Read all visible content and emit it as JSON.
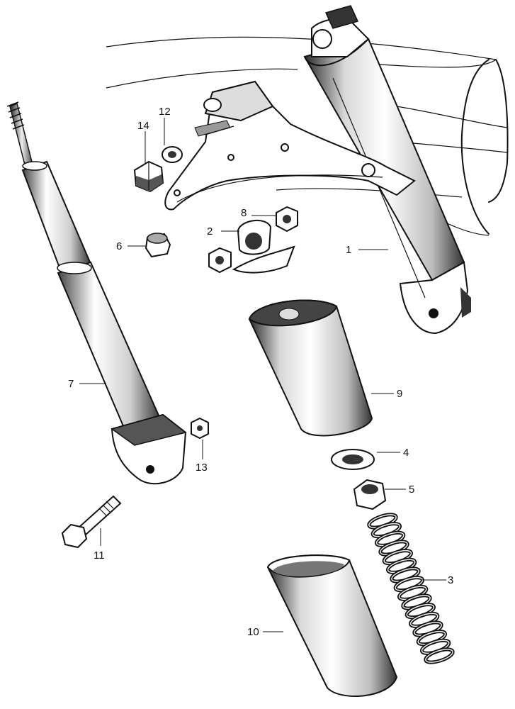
{
  "diagram": {
    "parts": [
      {
        "id": "part-1",
        "number": "1"
      },
      {
        "id": "part-2",
        "number": "2"
      },
      {
        "id": "part-3",
        "number": "3"
      },
      {
        "id": "part-4",
        "number": "4"
      },
      {
        "id": "part-5",
        "number": "5"
      },
      {
        "id": "part-6",
        "number": "6"
      },
      {
        "id": "part-7",
        "number": "7"
      },
      {
        "id": "part-8",
        "number": "8"
      },
      {
        "id": "part-9",
        "number": "9"
      },
      {
        "id": "part-10",
        "number": "10"
      },
      {
        "id": "part-11",
        "number": "11"
      },
      {
        "id": "part-12",
        "number": "12"
      },
      {
        "id": "part-13",
        "number": "13"
      },
      {
        "id": "part-14",
        "number": "14"
      }
    ]
  }
}
